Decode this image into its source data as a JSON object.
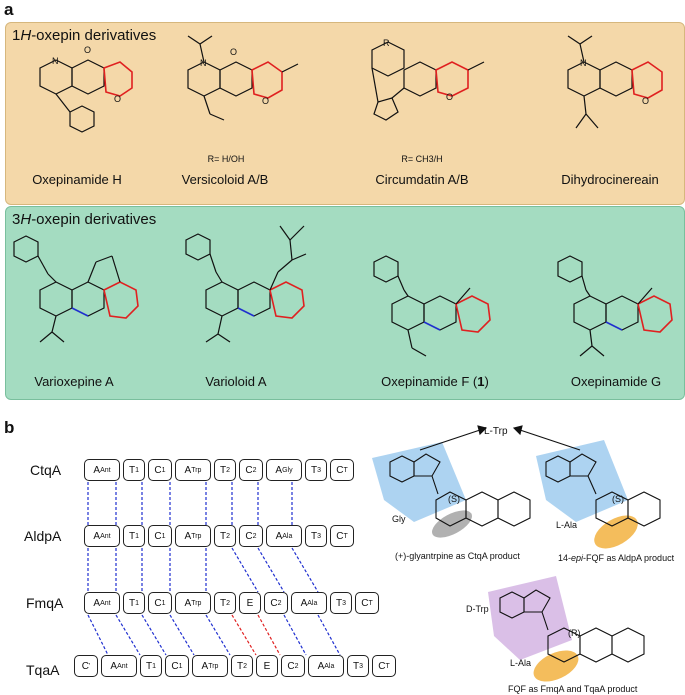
{
  "panel_a": {
    "letter": "a",
    "box1": {
      "title_prefix": "1",
      "title_italic": "H",
      "title_rest": "-oxepin derivatives",
      "compounds": [
        {
          "name": "Oxepinamide H"
        },
        {
          "name": "Versicoloid A/B",
          "note": "R= H/OH"
        },
        {
          "name": "Circumdatin A/B",
          "note": "R= CH3/H"
        },
        {
          "name": "Dihydrocinereain"
        }
      ]
    },
    "box2": {
      "title_prefix": "3",
      "title_italic": "H",
      "title_rest": "-oxepin derivatives",
      "compounds": [
        {
          "name": "Varioxepine A"
        },
        {
          "name": "Varioloid A"
        },
        {
          "name": "Oxepinamide F (",
          "bold": "1",
          "name_end": ")"
        },
        {
          "name": "Oxepinamide G"
        }
      ]
    }
  },
  "panel_b": {
    "letter": "b",
    "enzymes": [
      {
        "name": "CtqA",
        "domains": [
          [
            "A",
            "Ant"
          ],
          [
            "T",
            "1"
          ],
          [
            "C",
            "1"
          ],
          [
            "A",
            "Trp"
          ],
          [
            "T",
            "2"
          ],
          [
            "C",
            "2"
          ],
          [
            "A",
            "Gly"
          ],
          [
            "T",
            "3"
          ],
          [
            "C",
            "T"
          ]
        ]
      },
      {
        "name": "AldpA",
        "domains": [
          [
            "A",
            "Ant"
          ],
          [
            "T",
            "1"
          ],
          [
            "C",
            "1"
          ],
          [
            "A",
            "Trp"
          ],
          [
            "T",
            "2"
          ],
          [
            "C",
            "2"
          ],
          [
            "A",
            "Ala"
          ],
          [
            "T",
            "3"
          ],
          [
            "C",
            "T"
          ]
        ]
      },
      {
        "name": "FmqA",
        "domains": [
          [
            "A",
            "Ant"
          ],
          [
            "T",
            "1"
          ],
          [
            "C",
            "1"
          ],
          [
            "A",
            "Trp"
          ],
          [
            "T",
            "2"
          ],
          [
            "E",
            ""
          ],
          [
            "C",
            "2"
          ],
          [
            "A",
            "Ala"
          ],
          [
            "T",
            "3"
          ],
          [
            "C",
            "T"
          ]
        ]
      },
      {
        "name": "TqaA",
        "domains": [
          [
            "C",
            "'"
          ],
          [
            "A",
            "Ant"
          ],
          [
            "T",
            "1"
          ],
          [
            "C",
            "1"
          ],
          [
            "A",
            "Trp"
          ],
          [
            "T",
            "2"
          ],
          [
            "E",
            ""
          ],
          [
            "C",
            "2"
          ],
          [
            "A",
            "Ala"
          ],
          [
            "T",
            "3"
          ],
          [
            "C",
            "T"
          ]
        ]
      }
    ],
    "products": {
      "l_trp": "L-Trp",
      "d_trp": "D-Trp",
      "gly": "Gly",
      "l_ala_1": "L-Ala",
      "l_ala_2": "L-Ala",
      "stereo_s": "(S)",
      "stereo_r": "(R)",
      "caption_ctqa": "(+)-glyantrpine as CtqA product",
      "caption_aldpa_pre": "14-",
      "caption_aldpa_italic": "epi",
      "caption_aldpa_post": "-FQF as AldpA product",
      "caption_fmqa": "FQF as FmqA and TqaA product"
    },
    "colors": {
      "blue_link": "#2030d0",
      "red_link": "#e02020",
      "trp_highlight": "#9fcbee",
      "dtrp_highlight": "#d6b8e4",
      "ala_highlight": "#f3b64a",
      "gly_highlight": "#a8a8a8"
    }
  }
}
